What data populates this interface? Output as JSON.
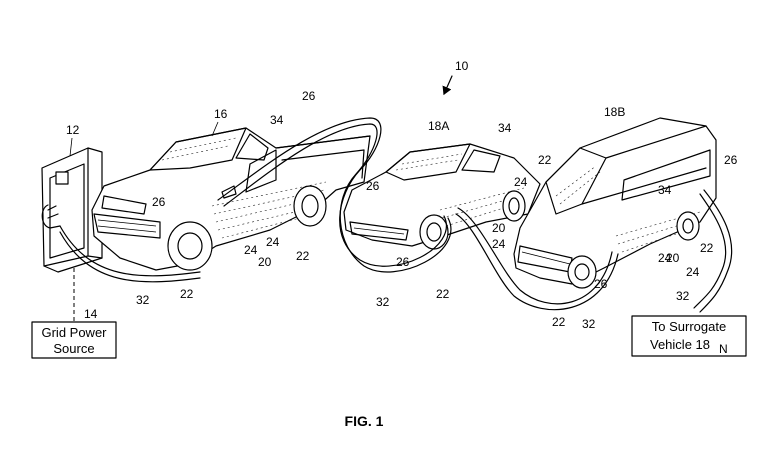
{
  "figure": {
    "caption": "FIG. 1",
    "labels": {
      "system": "10",
      "charger": "12",
      "grid_ref": "14",
      "truck": "16",
      "car": "18A",
      "van": "18B",
      "vehicle_ref": "20",
      "wheel": "22",
      "battery_ref": "24",
      "port": "26",
      "cable": "32",
      "battery": "34"
    },
    "grid_box": {
      "line1": "Grid Power",
      "line2": "Source"
    },
    "surrogate_box": {
      "line1": "To Surrogate",
      "line2": "Vehicle 18",
      "subscript": "N"
    }
  }
}
